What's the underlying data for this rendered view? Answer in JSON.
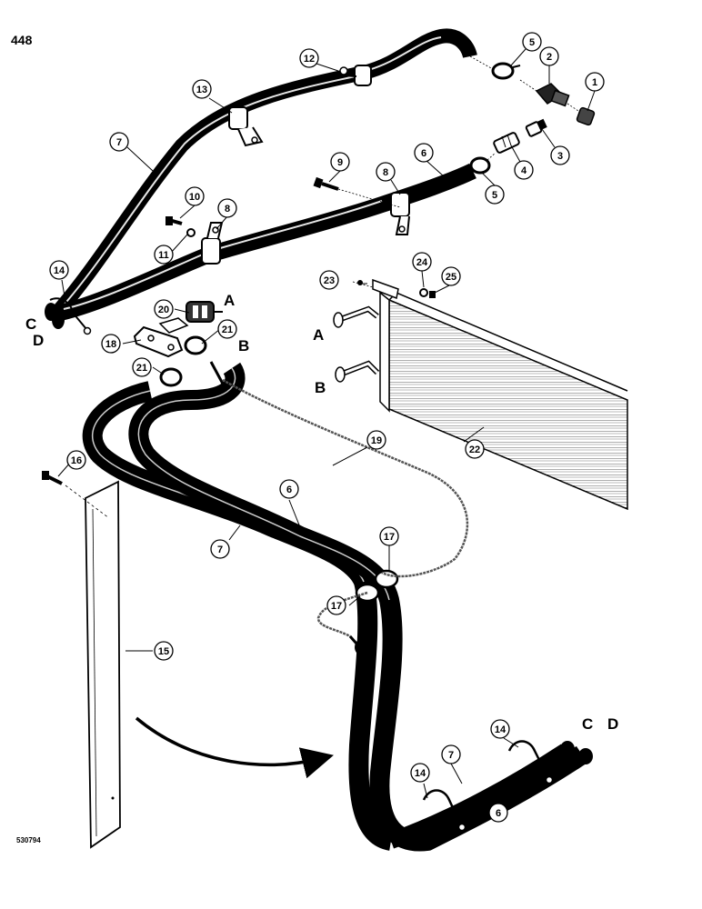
{
  "page": {
    "number": "448",
    "figure_code": "530794"
  },
  "callouts": [
    {
      "id": "c1",
      "label": "1"
    },
    {
      "id": "c2",
      "label": "2"
    },
    {
      "id": "c3",
      "label": "3"
    },
    {
      "id": "c4",
      "label": "4"
    },
    {
      "id": "c5a",
      "label": "5"
    },
    {
      "id": "c5b",
      "label": "5"
    },
    {
      "id": "c6a",
      "label": "6"
    },
    {
      "id": "c6b",
      "label": "6"
    },
    {
      "id": "c6c",
      "label": "6"
    },
    {
      "id": "c7a",
      "label": "7"
    },
    {
      "id": "c7b",
      "label": "7"
    },
    {
      "id": "c7c",
      "label": "7"
    },
    {
      "id": "c8a",
      "label": "8"
    },
    {
      "id": "c8b",
      "label": "8"
    },
    {
      "id": "c9",
      "label": "9"
    },
    {
      "id": "c10",
      "label": "10"
    },
    {
      "id": "c11",
      "label": "11"
    },
    {
      "id": "c12",
      "label": "12"
    },
    {
      "id": "c13",
      "label": "13"
    },
    {
      "id": "c14a",
      "label": "14"
    },
    {
      "id": "c14b",
      "label": "14"
    },
    {
      "id": "c14c",
      "label": "14"
    },
    {
      "id": "c15",
      "label": "15"
    },
    {
      "id": "c16",
      "label": "16"
    },
    {
      "id": "c17a",
      "label": "17"
    },
    {
      "id": "c17b",
      "label": "17"
    },
    {
      "id": "c18",
      "label": "18"
    },
    {
      "id": "c19",
      "label": "19"
    },
    {
      "id": "c20",
      "label": "20"
    },
    {
      "id": "c21a",
      "label": "21"
    },
    {
      "id": "c21b",
      "label": "21"
    },
    {
      "id": "c22",
      "label": "22"
    },
    {
      "id": "c23",
      "label": "23"
    },
    {
      "id": "c24",
      "label": "24"
    },
    {
      "id": "c25",
      "label": "25"
    }
  ],
  "connection_labels": [
    {
      "id": "A1",
      "label": "A"
    },
    {
      "id": "B1",
      "label": "B"
    },
    {
      "id": "A2",
      "label": "A"
    },
    {
      "id": "B2",
      "label": "B"
    },
    {
      "id": "C1",
      "label": "C"
    },
    {
      "id": "D1",
      "label": "D"
    },
    {
      "id": "C2",
      "label": "C"
    },
    {
      "id": "D2",
      "label": "D"
    }
  ]
}
